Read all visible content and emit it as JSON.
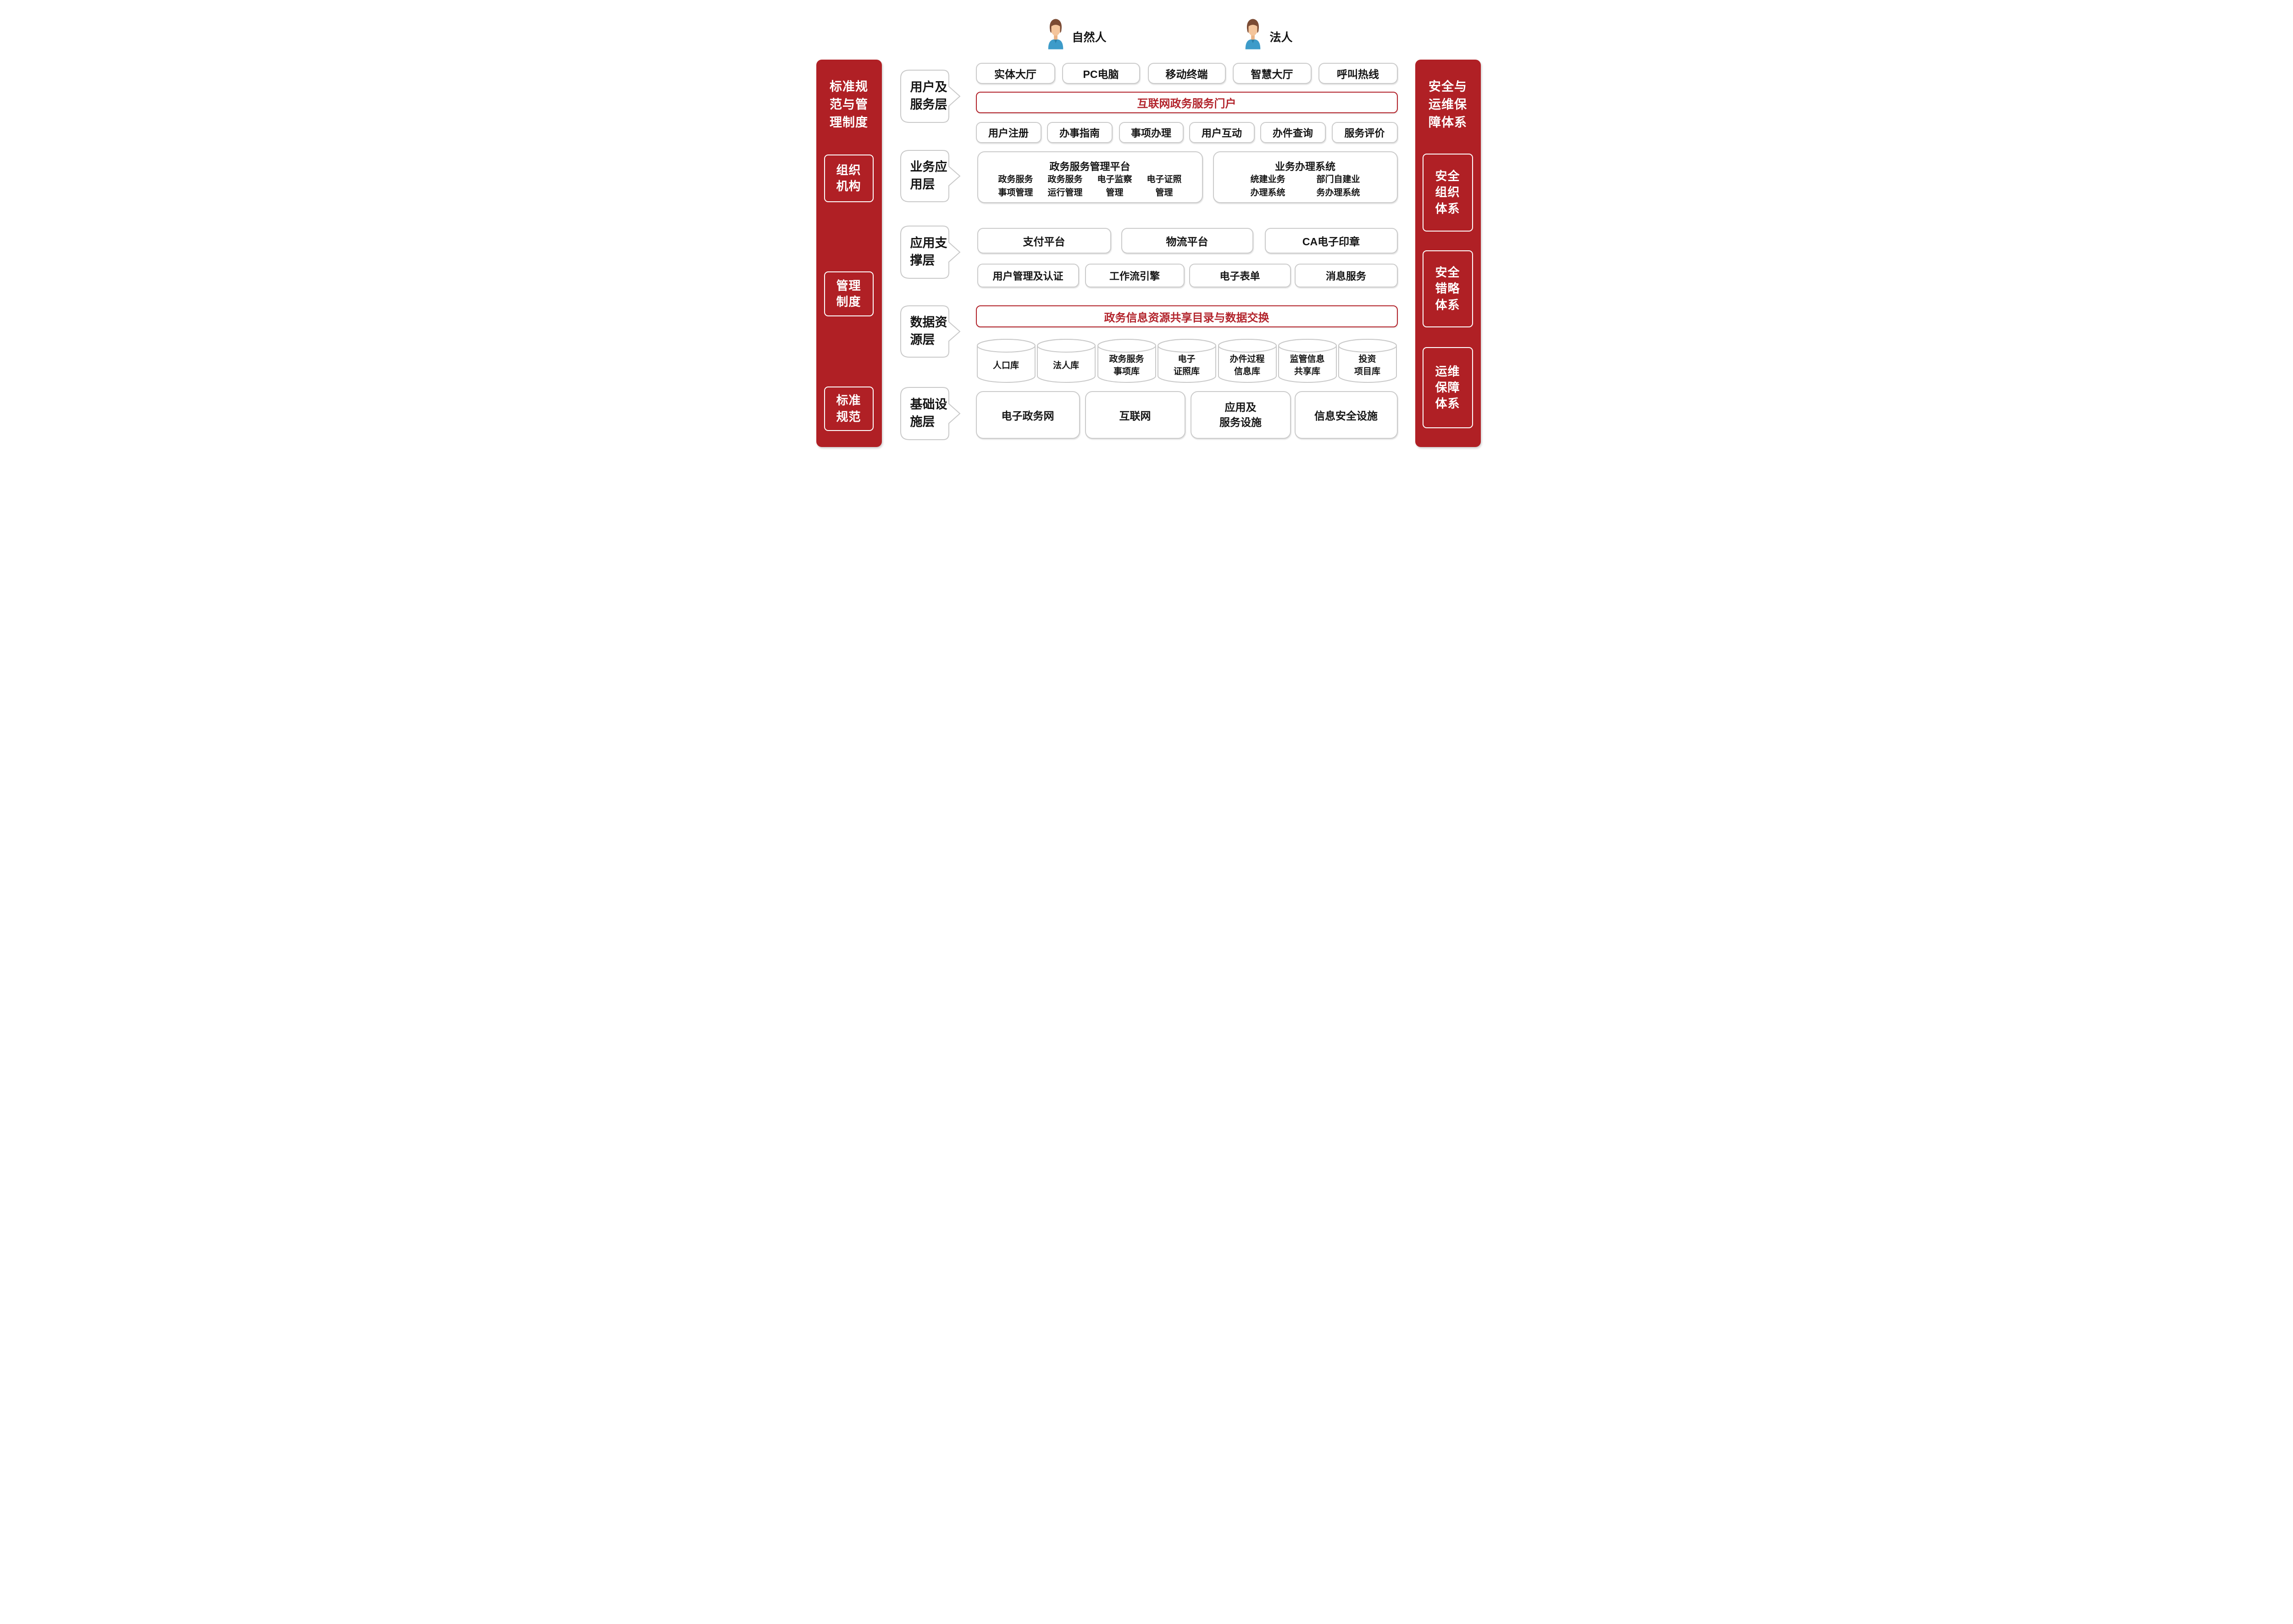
{
  "colors": {
    "pillar_red": "#B02025",
    "accent_red": "#B2232B",
    "box_border_gray": "#CBCBCB",
    "text_black": "#141414",
    "avatar_hair": "#7A4A33",
    "avatar_skin": "#F4C59C",
    "avatar_shirt": "#3D9BC9"
  },
  "actors": {
    "natural_person": "自然人",
    "legal_person": "法人"
  },
  "left_sidebar": {
    "title": "标准规\n范与管\n理制度",
    "items": [
      "组织\n机构",
      "管理\n制度",
      "标准\n规范"
    ]
  },
  "right_sidebar": {
    "title": "安全与\n运维保\n障体系",
    "items": [
      "安全\n组织\n体系",
      "安全\n错略\n体系",
      "运维\n保障\n体系"
    ]
  },
  "layers": [
    "用户及\n服务层",
    "业务应\n用层",
    "应用支\n撑层",
    "数据资\n源层",
    "基础设\n施层"
  ],
  "user_service_layer": {
    "terminals": [
      "实体大厅",
      "PC电脑",
      "移动终端",
      "智慧大厅",
      "呼叫热线"
    ],
    "portal": "互联网政务服务门户",
    "functions": [
      "用户注册",
      "办事指南",
      "事项办理",
      "用户互动",
      "办件查询",
      "服务评价"
    ]
  },
  "business_layer": {
    "platform": {
      "title": "政务服务管理平台",
      "items": [
        "政务服务\n事项管理",
        "政务服务\n运行管理",
        "电子监察\n管理",
        "电子证照\n管理"
      ]
    },
    "system": {
      "title": "业务办理系统",
      "items": [
        "统建业务\n办理系统",
        "部门自建业\n务办理系统"
      ]
    }
  },
  "support_layer": {
    "row1": [
      "支付平台",
      "物流平台",
      "CA电子印章"
    ],
    "row2": [
      "用户管理及认证",
      "工作流引擎",
      "电子表单",
      "消息服务"
    ]
  },
  "data_layer": {
    "banner": "政务信息资源共享目录与数据交换",
    "databases": [
      "人口库",
      "法人库",
      "政务服务\n事项库",
      "电子\n证照库",
      "办件过程\n信息库",
      "监管信息\n共享库",
      "投资\n项目库"
    ]
  },
  "infrastructure_layer": [
    "电子政务网",
    "互联网",
    "应用及\n服务设施",
    "信息安全设施"
  ]
}
